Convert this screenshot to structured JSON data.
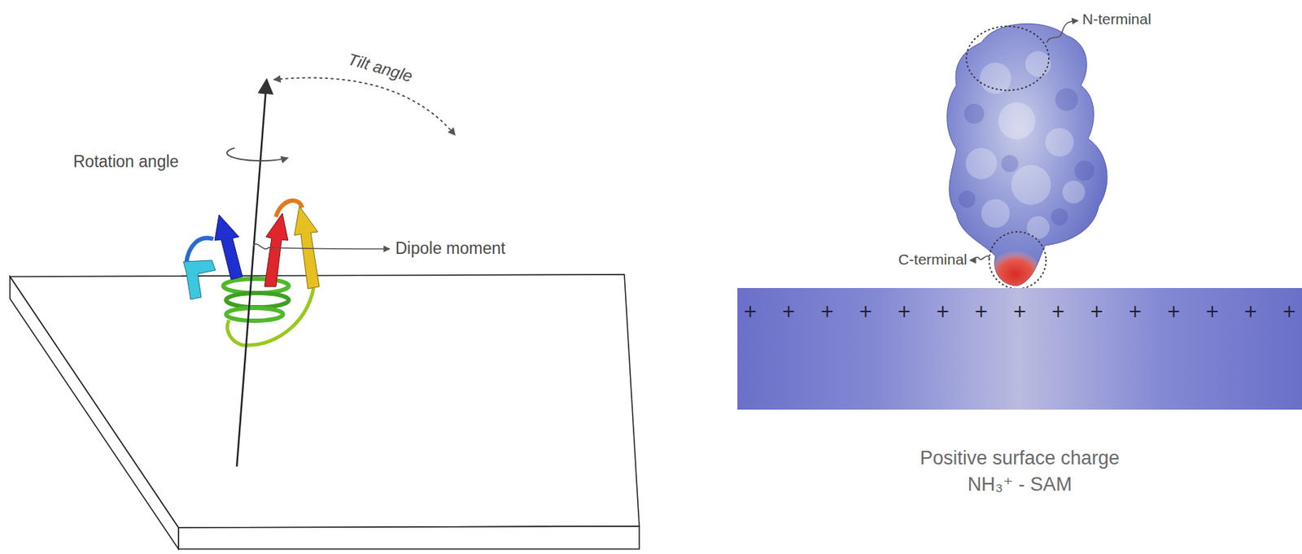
{
  "diagram": {
    "nodes": [
      {
        "text": [
          "+",
          "+",
          "+",
          "+",
          "+",
          "+",
          "+",
          "+",
          "+",
          "+",
          "+",
          "+",
          "+",
          "+",
          "+"
        ]
      }
    ],
    "labels": [
      "Tilt angle",
      "Rotation angle",
      "Dipole moment",
      "N-terminal",
      "C-terminal",
      "Positive surface charge",
      "NH₃⁺ - SAM"
    ]
  }
}
